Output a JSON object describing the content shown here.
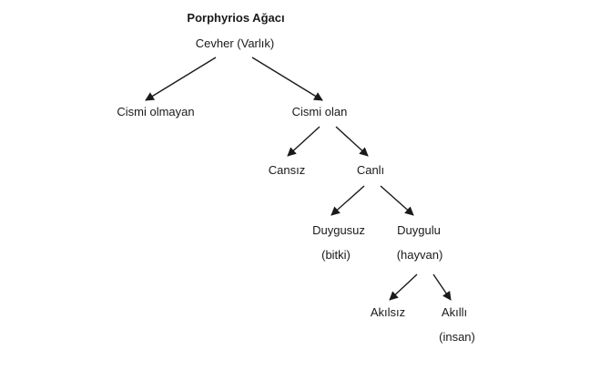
{
  "diagram": {
    "title": "Porphyrios Ağacı",
    "nodes": {
      "root": "Cevher (Varlık)",
      "incorporeal": "Cismi olmayan",
      "corporeal": "Cismi olan",
      "inanimate": "Cansız",
      "animate": "Canlı",
      "insensible": "Duygusuz",
      "insensible_note": "(bitki)",
      "sensible": "Duygulu",
      "sensible_note": "(hayvan)",
      "irrational": "Akılsız",
      "rational": "Akıllı",
      "rational_note": "(insan)"
    },
    "edges": [
      {
        "from": "root",
        "to": "incorporeal"
      },
      {
        "from": "root",
        "to": "corporeal"
      },
      {
        "from": "corporeal",
        "to": "inanimate"
      },
      {
        "from": "corporeal",
        "to": "animate"
      },
      {
        "from": "animate",
        "to": "insensible"
      },
      {
        "from": "animate",
        "to": "sensible"
      },
      {
        "from": "sensible",
        "to": "irrational"
      },
      {
        "from": "sensible",
        "to": "rational"
      }
    ],
    "colors": {
      "text": "#1a1a1a",
      "arrow": "#1a1a1a"
    }
  }
}
